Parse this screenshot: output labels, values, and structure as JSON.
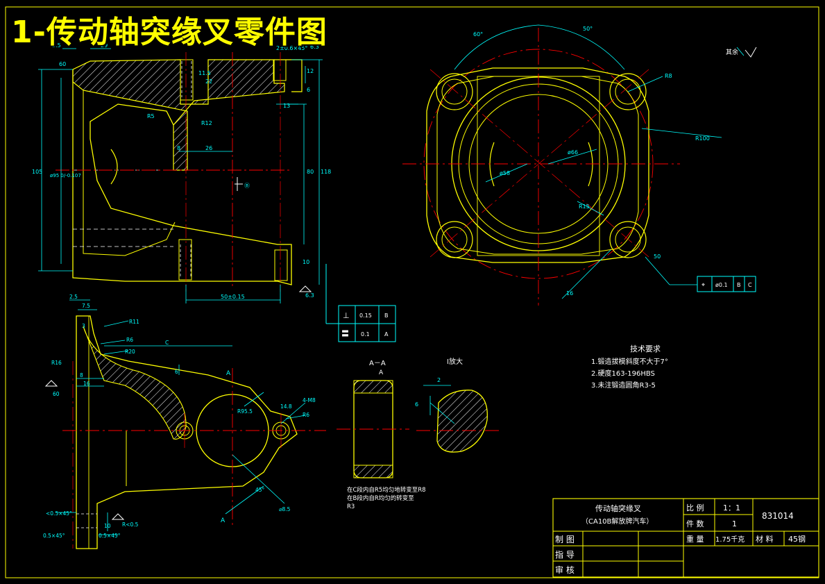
{
  "title": "1-传动轴突缘叉零件图",
  "colors": {
    "background": "#000000",
    "outline": "#ffff00",
    "dimension": "#00ffff",
    "centerline": "#ff0000",
    "hatch": "#ffffff",
    "text": "#ffffff"
  },
  "front_view": {
    "dims": {
      "d2_5": "2.5",
      "d29": "29",
      "d60": "60",
      "d2x06": "2±0.6×45°",
      "d6_3": "6.3",
      "d11_5": "11.5",
      "d22": "22",
      "d12": "12",
      "d6": "6",
      "d13": "13",
      "dR5": "R5",
      "dR12": "R12",
      "d8": "8",
      "d26": "26",
      "d80": "80",
      "d118": "118",
      "d105": "105",
      "d95": "ø95 0/-0.107",
      "d10": "10",
      "d50": "50±0.15",
      "d6_3b": "6.3",
      "dsec": "Ⓑ"
    }
  },
  "top_view": {
    "dims": {
      "a60": "60°",
      "a50": "50°",
      "dR8": "R8",
      "dR100": "R100",
      "d66": "ø66",
      "d58": "ø58",
      "dR15": "R15",
      "d50": "50",
      "d16": "16"
    },
    "surface_note": "其余"
  },
  "tolerance_frame_top": {
    "symbol": "⌖",
    "value": "ø0.1",
    "ref1": "B",
    "ref2": "C"
  },
  "tolerance_frame_left": {
    "rows": [
      {
        "symbol": "⊥",
        "value": "0.15",
        "ref": "B"
      },
      {
        "symbol": "〓",
        "value": "0.1",
        "ref": "A"
      }
    ]
  },
  "side_view": {
    "dims": {
      "d2_5": "2.5",
      "d7_5": "7.5",
      "d3": "3",
      "dR11": "R11",
      "dR6": "R6",
      "dR20": "R20",
      "dR16": "R16",
      "d8": "8",
      "d16": "16",
      "d60": "60",
      "dC": "C",
      "dA1": "A",
      "dA2": "A",
      "d95": "R95.5",
      "d14_8": "14.8",
      "d4m8": "4-M8",
      "dR6b": "R6",
      "d45": "45°",
      "d8_5": "⌀8.5",
      "dch1": "<0.5×45°",
      "dch2": "0.5×45°",
      "dch3": "0.5×45°",
      "dR05": "R<0.5",
      "d10": "10",
      "d6b": "6"
    },
    "note_lines": [
      "在C段内自R5均匀地转变至R8",
      "在B段内自R均匀的转变至",
      "R3"
    ]
  },
  "section_aa": {
    "label": "A－A",
    "sub": "A"
  },
  "detail_i": {
    "label": "I放大",
    "d2": "2",
    "d6": "6"
  },
  "tech_req": {
    "heading": "技术要求",
    "items": [
      "1.锻造拔模斜度不大于7°",
      "2.硬度163-196HBS",
      "3.未注锻造圆角R3-5"
    ]
  },
  "title_block": {
    "part_name": "传动轴突缘叉",
    "vehicle": "（CA10B解放牌汽车）",
    "ratio_label": "比 例",
    "ratio_value": "1：1",
    "qty_label": "件 数",
    "qty_value": "1",
    "drawing_no": "831014",
    "weight_label": "重 量",
    "weight_value": "1.75千克",
    "material_label": "材 料",
    "material_value": "45钢",
    "drawn_label": "制 图",
    "guide_label": "指 导",
    "check_label": "审 核"
  }
}
